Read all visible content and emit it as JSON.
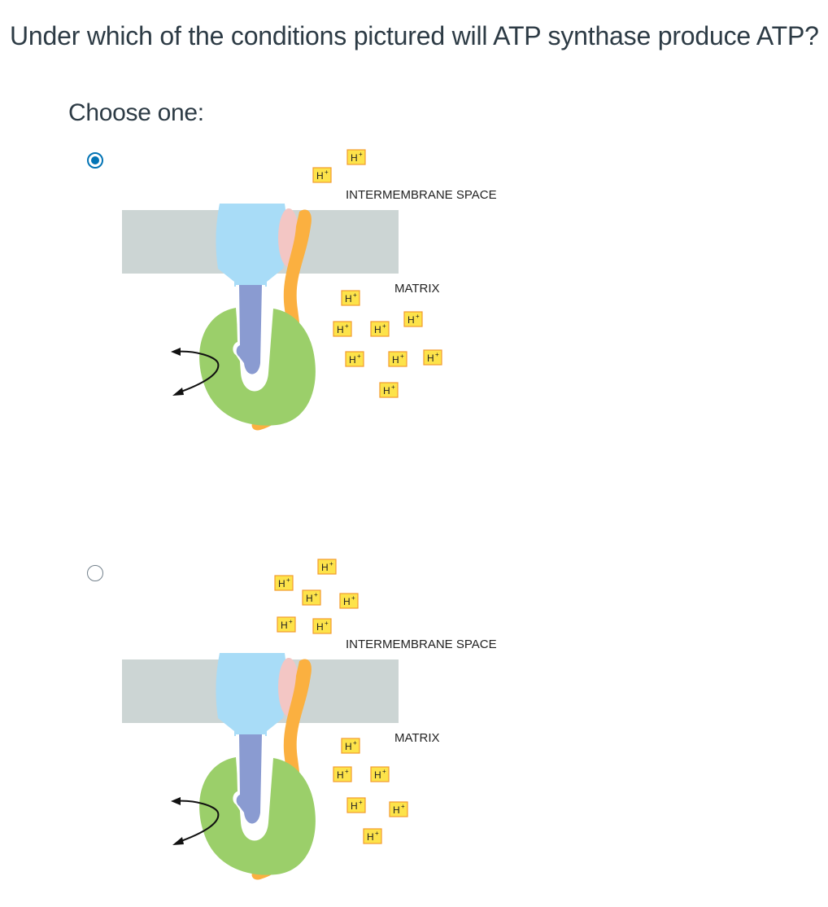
{
  "question": "Under which of the conditions pictured will ATP synthase produce ATP?",
  "choose_label": "Choose one:",
  "options": [
    {
      "selected": true,
      "labels": {
        "top": "INTERMEMBRANE SPACE",
        "bottom": "MATRIX"
      },
      "proton_symbol": "H",
      "proton_charge": "+",
      "protons_top_count": 2,
      "protons_bottom_count": 8
    },
    {
      "selected": false,
      "labels": {
        "top": "INTERMEMBRANE SPACE",
        "bottom": "MATRIX"
      },
      "proton_symbol": "H",
      "proton_charge": "+",
      "protons_top_count": 6,
      "protons_bottom_count": 6
    }
  ],
  "colors": {
    "membrane": "#ccd5d4",
    "stator_light_blue": "#a8dcf7",
    "rotor_blue": "#8a9bd1",
    "head_green": "#9bcf6a",
    "stalk_orange": "#fbb040",
    "pink_subunit": "#f3c6c4",
    "proton_fill": "#fde34a",
    "radio_accent": "#0374b5"
  }
}
